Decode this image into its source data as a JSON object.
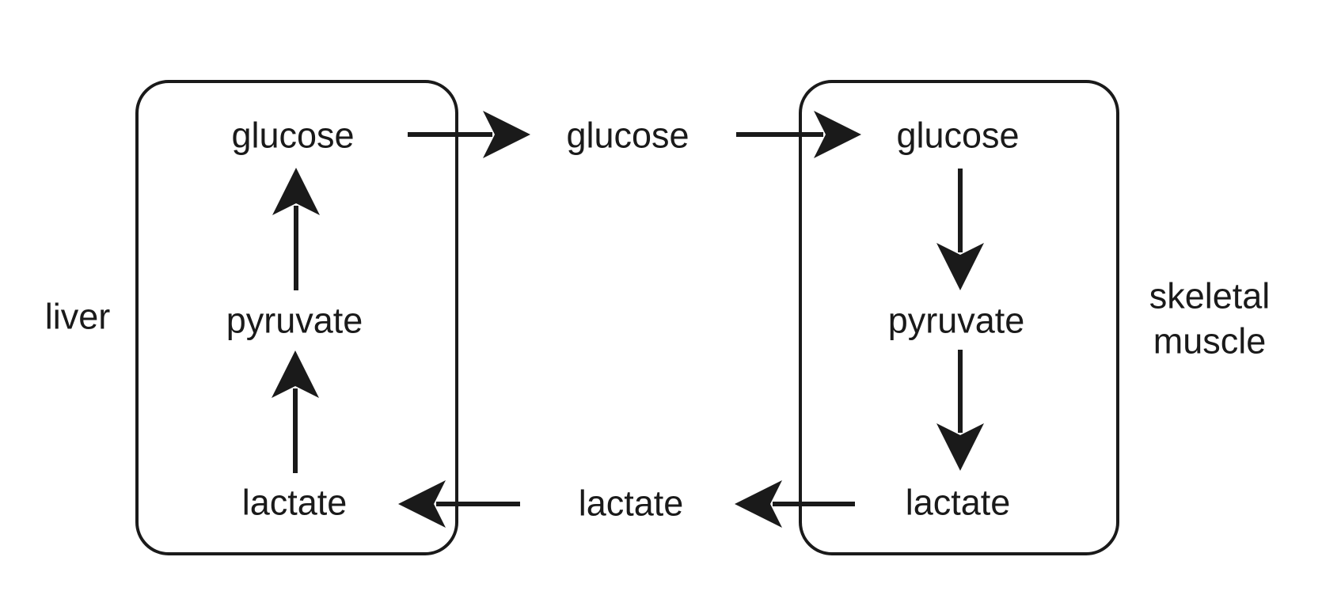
{
  "colors": {
    "ink": "#1a1a1a",
    "background": "#ffffff"
  },
  "liver_compartment": {
    "label": "liver",
    "nodes": {
      "top": "glucose",
      "middle": "pyruvate",
      "bottom": "lactate"
    }
  },
  "muscle_compartment": {
    "label_line1": "skeletal",
    "label_line2": "muscle",
    "nodes": {
      "top": "glucose",
      "middle": "pyruvate",
      "bottom": "lactate"
    }
  },
  "bloodstream": {
    "top": "glucose",
    "bottom": "lactate"
  },
  "edges": [
    {
      "from": "liver.lactate",
      "to": "liver.pyruvate",
      "direction": "up"
    },
    {
      "from": "liver.pyruvate",
      "to": "liver.glucose",
      "direction": "up"
    },
    {
      "from": "liver.glucose",
      "to": "bloodstream.glucose",
      "direction": "right"
    },
    {
      "from": "bloodstream.glucose",
      "to": "muscle.glucose",
      "direction": "right"
    },
    {
      "from": "muscle.glucose",
      "to": "muscle.pyruvate",
      "direction": "down"
    },
    {
      "from": "muscle.pyruvate",
      "to": "muscle.lactate",
      "direction": "down"
    },
    {
      "from": "muscle.lactate",
      "to": "bloodstream.lactate",
      "direction": "left"
    },
    {
      "from": "bloodstream.lactate",
      "to": "liver.lactate",
      "direction": "left"
    }
  ]
}
